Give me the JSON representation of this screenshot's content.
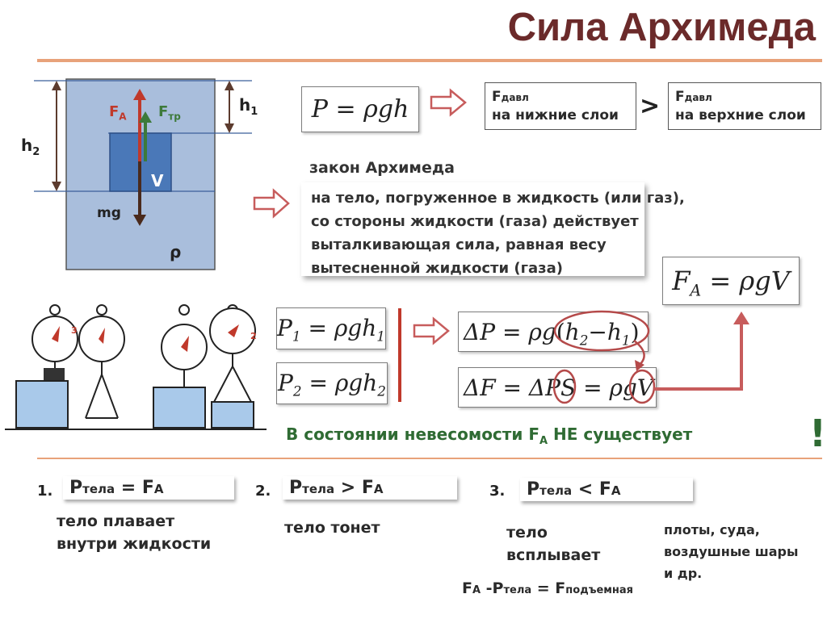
{
  "title": "Сила Архимеда",
  "diagram": {
    "h1": "h",
    "h1_sub": "1",
    "h2": "h",
    "h2_sub": "2",
    "fa": "F",
    "fa_sub": "A",
    "ftr": "F",
    "ftr_sub": "тр",
    "v": "V",
    "mg": "mg",
    "rho": "ρ"
  },
  "pressure_formula": {
    "p": "P",
    "rhs": "= ρgh"
  },
  "compare": {
    "left": {
      "f": "F",
      "sub": "давл",
      "text": "на нижние слои"
    },
    "sign": ">",
    "right": {
      "f": "F",
      "sub": "давл",
      "text": "на верхние слои"
    }
  },
  "law": {
    "heading": "закон Архимеда",
    "lines": [
      "на тело, погруженное в жидкость (или газ),",
      "со стороны жидкости (газа) действует",
      "выталкивающая сила, равная весу",
      "вытесненной жидкости (газа)"
    ]
  },
  "fa_formula": {
    "f": "F",
    "sub": "A",
    "rhs": "= ρgV"
  },
  "p1_formula": {
    "p": "P",
    "sub": "1",
    "rhs": "= ρgh",
    "h_sub": "1"
  },
  "p2_formula": {
    "p": "P",
    "sub": "2",
    "rhs": "= ρgh",
    "h_sub": "2"
  },
  "dp_formula": {
    "lhs": "ΔP = ρg",
    "h2": "h",
    "h2_sub": "2",
    "minus": "−",
    "h1": "h",
    "h1_sub": "1"
  },
  "df_formula": {
    "lhs": "ΔF = ΔP",
    "s": "S",
    "eq": "= ρg",
    "v": "V"
  },
  "weightless": {
    "text": "В состоянии невесомости F",
    "sub": "A",
    "tail": " НЕ существует",
    "excl": "!"
  },
  "scale_labels": {
    "left": "3",
    "right": "2"
  },
  "cases": [
    {
      "num": "1.",
      "p": "P",
      "sub": "тела",
      "op": " = F",
      "fsub": "A",
      "desc": [
        "тело плавает",
        "внутри жидкости"
      ]
    },
    {
      "num": "2.",
      "p": "P",
      "sub": "тела",
      "op": " > F",
      "fsub": "A",
      "desc": [
        "тело тонет"
      ]
    },
    {
      "num": "3.",
      "p": "P",
      "sub": "тела",
      "op": " < F",
      "fsub": "A",
      "desc": [
        "тело",
        "всплывает"
      ]
    }
  ],
  "examples": [
    "плоты, суда,",
    "воздушные шары",
    "и др."
  ],
  "lift": {
    "f": "F",
    "fsub": "A",
    "minus": " -P",
    "psub": "тела",
    "eq": " = F",
    "lsub": "подъемная"
  },
  "colors": {
    "title": "#6b2a2a",
    "accent_rule": "#e8a27a",
    "water": "#a9bedc",
    "body": "#4a78b8",
    "red_arrow": "#c0392b",
    "green": "#2f6b33"
  }
}
